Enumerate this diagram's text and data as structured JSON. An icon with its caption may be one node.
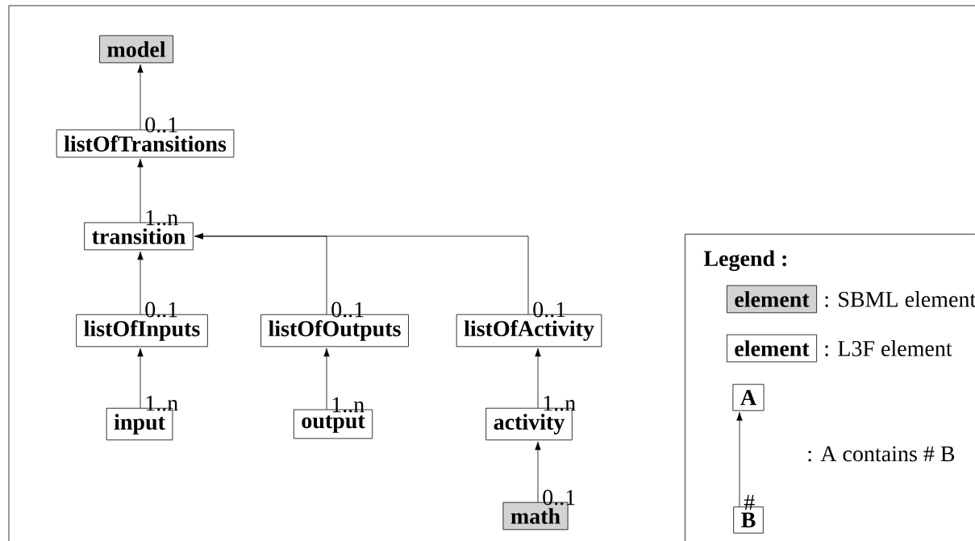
{
  "diagram": {
    "nodes": [
      {
        "text": [
          "model"
        ]
      },
      {
        "text": [
          "listOfTransitions"
        ]
      },
      {
        "text": [
          "transition"
        ]
      },
      {
        "text": [
          "listOfInputs"
        ]
      },
      {
        "text": [
          "listOfOutputs"
        ]
      },
      {
        "text": [
          "listOfActivity"
        ]
      },
      {
        "text": [
          "input"
        ]
      },
      {
        "text": [
          "output"
        ]
      },
      {
        "text": [
          "activity"
        ]
      },
      {
        "text": [
          "math"
        ]
      },
      {
        "text": [
          "Legend :"
        ]
      },
      {
        "text": [
          "element"
        ],
        "in": 10,
        "beside": [
          ": SBML element"
        ]
      },
      {
        "text": [
          "element"
        ],
        "in": 10,
        "beside": [
          ": L3F element"
        ]
      },
      {
        "text": [
          "A"
        ],
        "in": 10
      },
      {
        "text": [
          "B"
        ],
        "in": 10
      }
    ],
    "edges": [
      {
        "from": 1,
        "to": 0,
        "arrow": "to",
        "label": "0..1"
      },
      {
        "from": 2,
        "to": 1,
        "arrow": "to",
        "label": "1..n"
      },
      {
        "from": 3,
        "to": 2,
        "arrow": "to",
        "label": "0..1"
      },
      {
        "from": 4,
        "to": 2,
        "arrow": "to",
        "label": "0..1"
      },
      {
        "from": 5,
        "to": 2,
        "arrow": "to",
        "label": "0..1"
      },
      {
        "from": 6,
        "to": 3,
        "arrow": "to",
        "label": "1..n"
      },
      {
        "from": 7,
        "to": 4,
        "arrow": "to",
        "label": "1..n"
      },
      {
        "from": 8,
        "to": 5,
        "arrow": "to",
        "label": "1..n"
      },
      {
        "from": 9,
        "to": 8,
        "arrow": "to",
        "label": "0..1"
      },
      {
        "from": 14,
        "to": 13,
        "arrow": "to",
        "label": "#"
      }
    ],
    "labels": [
      ": A contains # B"
    ]
  }
}
